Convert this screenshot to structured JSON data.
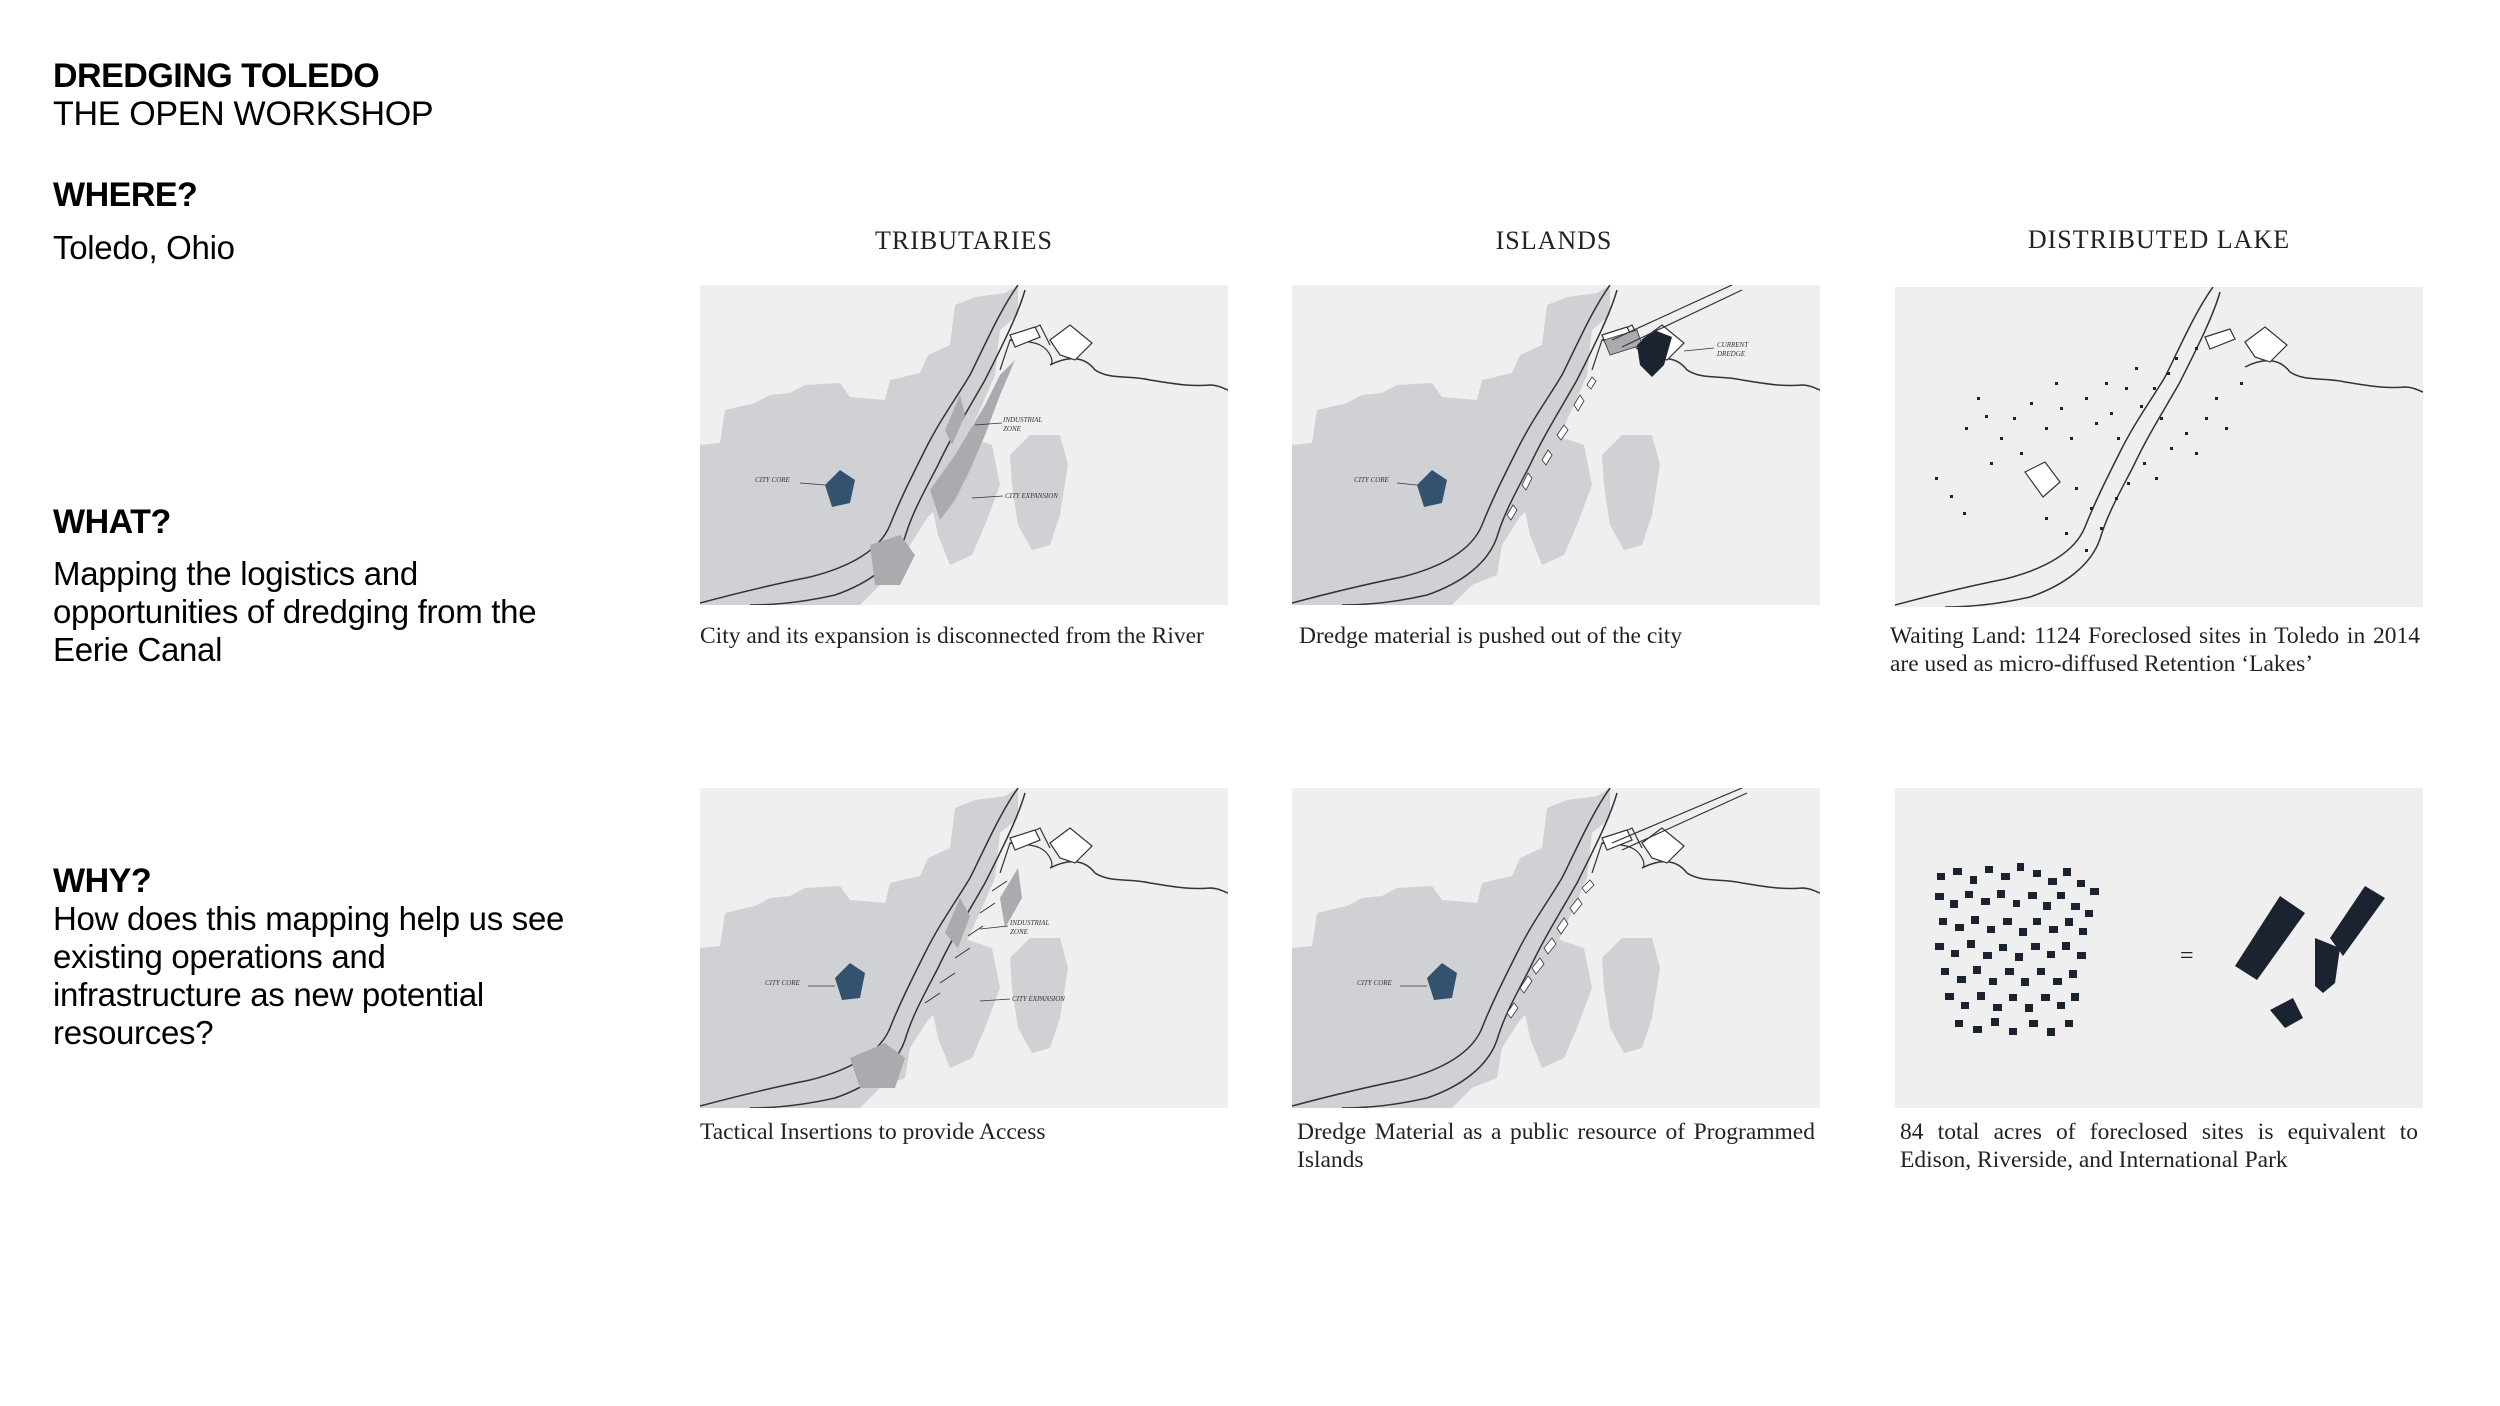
{
  "left": {
    "title": "DREDGING TOLEDO",
    "subtitle": "THE OPEN WORKSHOP",
    "where_heading": "WHERE?",
    "where_text": "Toledo, Ohio",
    "what_heading": "WHAT?",
    "what_lines": [
      "Mapping the logistics and",
      "opportunities of dredging from the",
      "Eerie Canal"
    ],
    "why_heading": "WHY?",
    "why_lines": [
      "How does this mapping help us see",
      "existing operations and",
      "infrastructure as new potential",
      "resources?"
    ]
  },
  "columns": [
    "TRIBUTARIES",
    "ISLANDS",
    "DISTRIBUTED LAKE"
  ],
  "map_labels": {
    "city_core": "CITY CORE",
    "industrial_zone_1": "INDUSTRIAL",
    "industrial_zone_2": "ZONE",
    "city_expansion": "CITY EXPANSION",
    "current_dredge_1": "CURRENT",
    "current_dredge_2": "DREDGE"
  },
  "equals_sign": "=",
  "captions": {
    "r1c1": "City and its expansion is disconnected from the River",
    "r1c2": "Dredge material is pushed out of the city",
    "r1c3": "Waiting Land: 1124 Foreclosed sites in Toledo in 2014 are used as micro-diffused Retention ‘Lakes’",
    "r2c1": "Tactical Insertions to provide Access",
    "r2c2": "Dredge Material as a public resource of Programmed Islands",
    "r2c3": "84 total acres of foreclosed sites is equivalent to Edison, Riverside, and International Park"
  },
  "colors": {
    "panel_bg": "#efefef",
    "light_gray": "#cfd1d4",
    "mid_gray": "#a9abae",
    "city_core": "#34526e",
    "dark": "#1b2230"
  }
}
